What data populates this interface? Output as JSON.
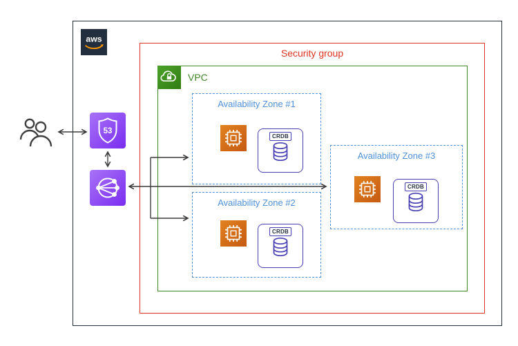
{
  "colors": {
    "cloud_border": "#232f3e",
    "security_group_red": "#dd3522",
    "vpc_green": "#3f8624",
    "az_blue": "#4d90d9",
    "icon_purple": "#8a3ff5",
    "ec2_orange": "#d2691a",
    "crdb_purple": "#4740b3",
    "arrow_gray": "#3a3a3a",
    "aws_smile_orange": "#ff9900"
  },
  "aws_cloud": {
    "logo_text": "aws"
  },
  "security_group": {
    "label": "Security group"
  },
  "vpc": {
    "label": "VPC"
  },
  "zones": [
    {
      "label": "Availability Zone #1",
      "db_label": "CRDB"
    },
    {
      "label": "Availability Zone #2",
      "db_label": "CRDB"
    },
    {
      "label": "Availability Zone #3",
      "db_label": "CRDB"
    }
  ],
  "icons": {
    "route53_text": "53",
    "users": "users-icon",
    "route53": "route53-icon",
    "load_balancer": "elastic-load-balancer-icon",
    "vpc": "vpc-icon",
    "ec2": "ec2-instance-icon",
    "database": "database-cylinder-icon",
    "aws_logo": "aws-logo-icon"
  }
}
